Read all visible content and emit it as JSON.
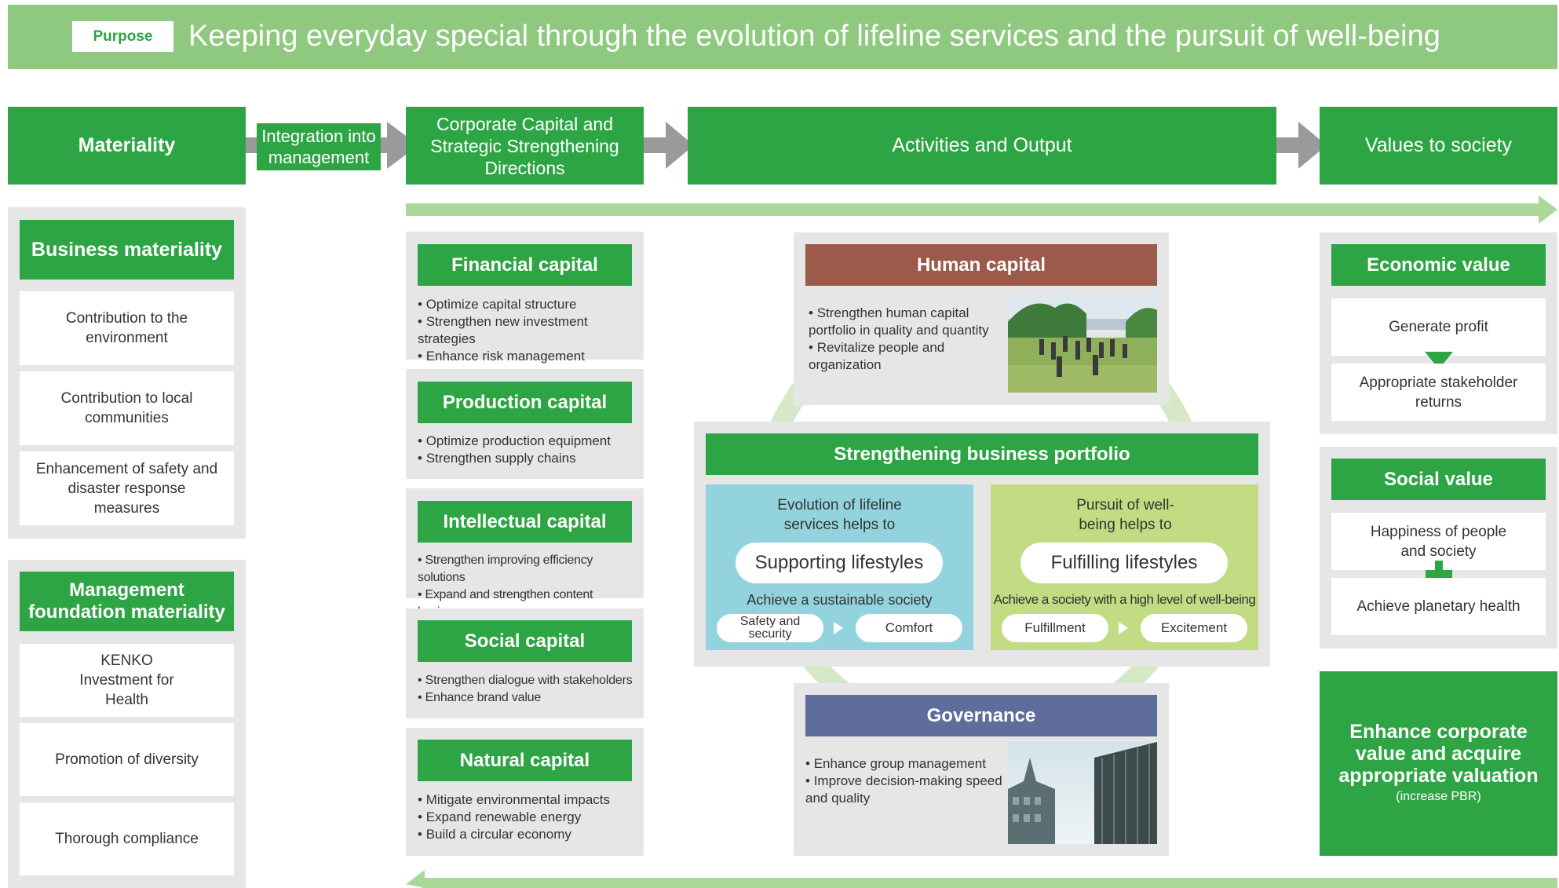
{
  "purpose": {
    "badge": "Purpose",
    "statement": "Keeping everyday special through the evolution of lifeline services and the pursuit of well-being"
  },
  "headers": {
    "materiality": "Materiality",
    "integration": "Integration into management",
    "corporate_capital": "Corporate Capital and Strategic Strengthening Directions",
    "activities": "Activities and Output",
    "values": "Values to society"
  },
  "materiality": {
    "business_title": "Business materiality",
    "business_items": [
      "Contribution to the environment",
      "Contribution to local communities",
      "Enhancement of safety and disaster response measures"
    ],
    "foundation_title": "Management foundation materiality",
    "foundation_items": [
      "KENKO Investment for Health",
      "Promotion of diversity",
      "Thorough compliance"
    ]
  },
  "capitals": [
    {
      "title": "Financial capital",
      "items": [
        "Optimize capital structure",
        "Strengthen new investment strategies",
        "Enhance risk management"
      ]
    },
    {
      "title": "Production capital",
      "items": [
        "Optimize production equipment",
        "Strengthen supply chains"
      ]
    },
    {
      "title": "Intellectual capital",
      "items": [
        "Strengthen improving efficiency solutions",
        "Expand and strengthen content business"
      ]
    },
    {
      "title": "Social capital",
      "items": [
        "Strengthen dialogue with stakeholders",
        "Enhance brand value"
      ]
    },
    {
      "title": "Natural capital",
      "items": [
        "Mitigate environmental impacts",
        "Expand renewable energy",
        "Build a circular economy"
      ]
    }
  ],
  "activities": {
    "human": {
      "title": "Human capital",
      "items": [
        "Strengthen human capital portfolio in quality and quantity",
        "Revitalize people and organization"
      ]
    },
    "portfolio": {
      "title": "Strengthening business portfolio",
      "left": {
        "caption": "Evolution of lifeline services helps to",
        "pill": "Supporting lifestyles",
        "achieve": "Achieve a sustainable society",
        "step1": "Safety and security",
        "step2": "Comfort"
      },
      "right": {
        "caption": "Pursuit of well-being helps to",
        "pill": "Fulfilling lifestyles",
        "achieve": "Achieve a society with a high level of well-being",
        "step1": "Fulfillment",
        "step2": "Excitement"
      }
    },
    "governance": {
      "title": "Governance",
      "items": [
        "Enhance group management",
        "Improve decision-making speed and quality"
      ]
    }
  },
  "values": {
    "economic_title": "Economic value",
    "economic_items": [
      "Generate profit",
      "Appropriate stakeholder returns"
    ],
    "social_title": "Social value",
    "social_items": [
      "Happiness of people and society",
      "Achieve planetary health"
    ],
    "enhance_title": "Enhance corporate value and acquire appropriate valuation",
    "enhance_note": "(increase PBR)"
  },
  "colors": {
    "brand_green": "#2ea544",
    "banner_green": "#8fc87f",
    "light_arrow_green": "#a9d89a",
    "human_capital_brown": "#9b5a4a",
    "governance_blue": "#5e6d9c",
    "lifeline_blue": "#93d3dd",
    "wellbeing_lime": "#c1dc82",
    "panel_grey": "#e6e6e7"
  }
}
